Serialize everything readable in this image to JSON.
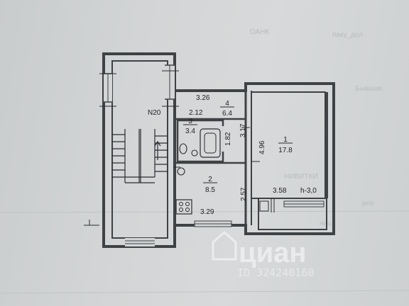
{
  "plan": {
    "stair_label": "N20",
    "rooms": [
      {
        "number": "1",
        "area": "17.8"
      },
      {
        "number": "2",
        "area": "8.5"
      },
      {
        "number": "3",
        "area": "3.4"
      },
      {
        "number": "4",
        "area": "6.4"
      }
    ],
    "dimensions": {
      "d_326": "3.26",
      "d_212": "2.12",
      "d_182": "1.82",
      "d_317": "3.17",
      "d_496": "4.96",
      "d_257": "2.57",
      "d_358": "3.58",
      "d_329": "3.29",
      "height": "h-3,0"
    }
  },
  "watermark": {
    "brand": "циан",
    "id_text": "ID 324240160"
  },
  "colors": {
    "wall": "#3f4245",
    "paper": "#cfd2d3",
    "line": "#2a2c2f"
  }
}
